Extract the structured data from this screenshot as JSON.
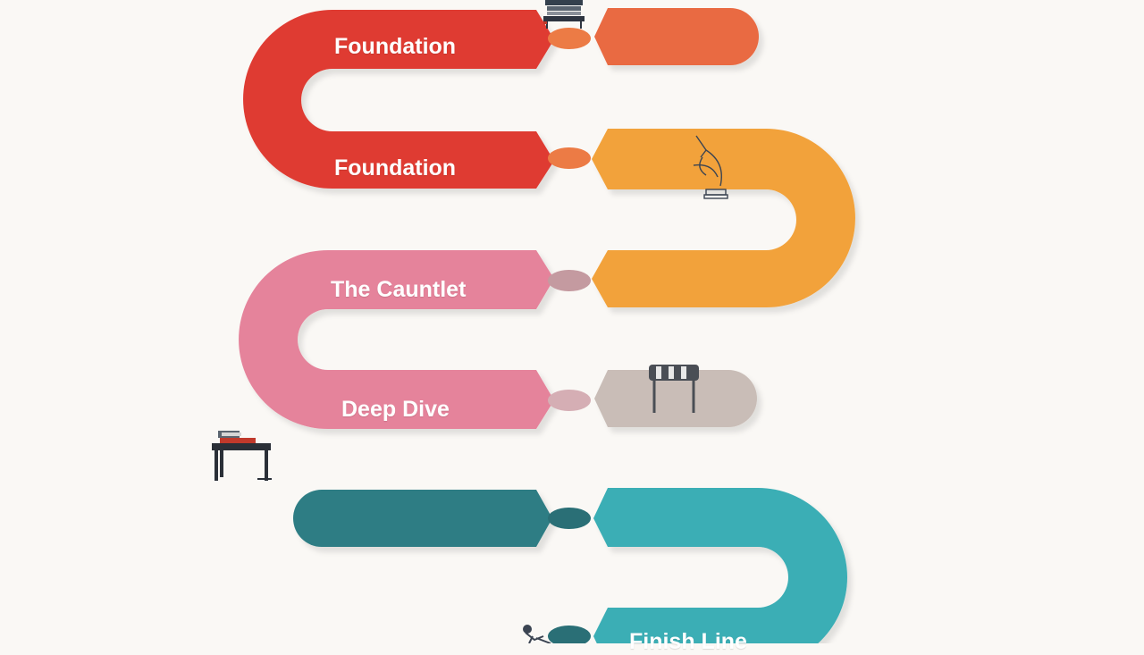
{
  "diagram": {
    "background": "#faf8f5",
    "labels": {
      "stage_1": "Foundation",
      "stage_2": "Foundation",
      "stage_3": "The Cauntlet",
      "stage_4": "Deep Dive",
      "stage_5": "Finish Line"
    },
    "colors": {
      "red": "#df3b33",
      "red_orange": "#e96a43",
      "connector_orange": "#ec7b45",
      "amber": "#f2a23b",
      "pink": "#e5839b",
      "taupe": "#c9bdb7",
      "connector_pink": "#c49aa0",
      "dark_teal": "#2d7d84",
      "teal": "#3aaeb5",
      "shadow": "#e3dfda"
    },
    "icons": [
      "laptop-desk-icon",
      "microscope-icon",
      "hurdle-icon",
      "bookshelf-desk-icon",
      "runner-icon"
    ]
  }
}
